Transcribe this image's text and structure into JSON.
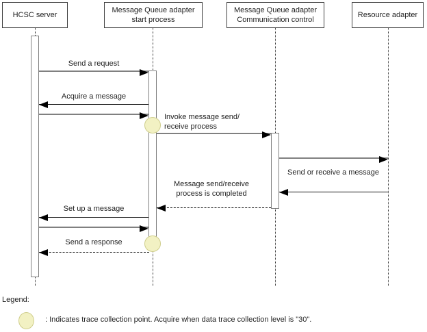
{
  "diagram": {
    "type": "uml-sequence-diagram",
    "actors": [
      {
        "label": "HCSC server"
      },
      {
        "label": "Message Queue adapter\nstart process"
      },
      {
        "label": "Message Queue adapter\nCommunication control"
      },
      {
        "label": "Resource adapter"
      }
    ],
    "messages": [
      {
        "label": "Send a request",
        "from": "HCSC server",
        "to": "Message Queue adapter start process",
        "style": "solid"
      },
      {
        "label": "Acquire a message",
        "from": "HCSC server",
        "to": "Message Queue adapter start process",
        "style": "solid-bidirectional"
      },
      {
        "label": "Invoke message send/\nreceive process",
        "from": "Message Queue adapter start process",
        "to": "Message Queue adapter Communication control",
        "style": "solid"
      },
      {
        "label": "Send or receive a message",
        "from": "Message Queue adapter Communication control",
        "to": "Resource adapter",
        "style": "solid-bidirectional"
      },
      {
        "label": "Message send/receive\nprocess is completed",
        "from": "Message Queue adapter Communication control",
        "to": "Message Queue adapter start process",
        "style": "dashed-return"
      },
      {
        "label": "Set up a message",
        "from": "HCSC server",
        "to": "Message Queue adapter start process",
        "style": "solid-bidirectional"
      },
      {
        "label": "Send a response",
        "from": "Message Queue adapter start process",
        "to": "HCSC server",
        "style": "dashed-return"
      }
    ],
    "trace_points": {
      "count": 2
    },
    "colors": {
      "trace_point_fill": "#F2F1C3",
      "trace_point_border": "#CFCE8C",
      "forward_line": "#808080",
      "return_line": "#111111",
      "arrowhead": "#000000"
    }
  },
  "legend": {
    "title": "Legend:",
    "trace_point_text": ": Indicates trace collection point. Acquire when data trace collection level is \"30\"."
  }
}
